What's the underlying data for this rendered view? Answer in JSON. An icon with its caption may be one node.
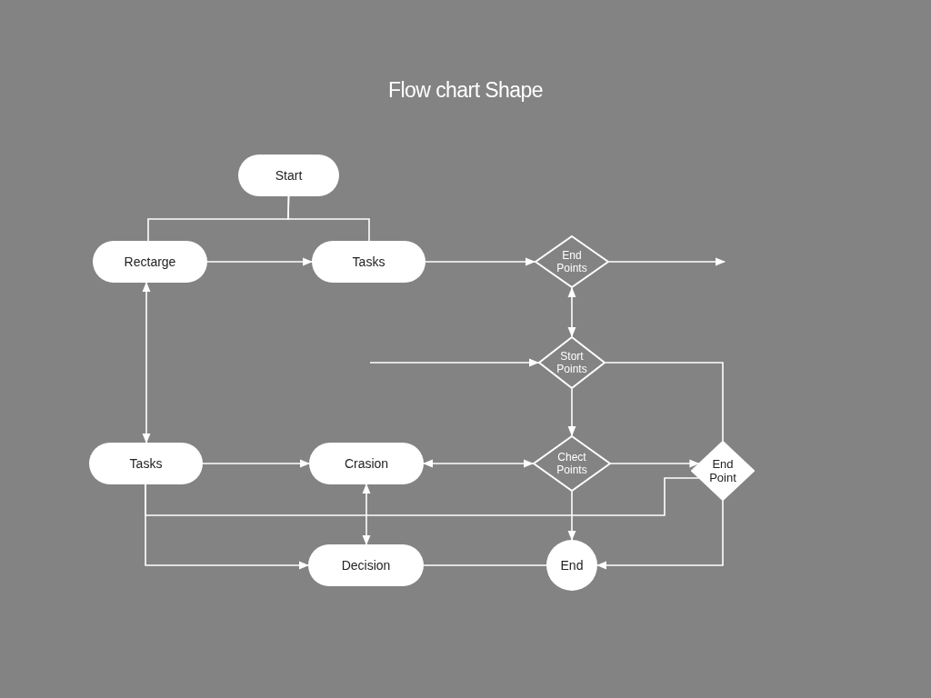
{
  "diagram": {
    "title": "Flow chart Shape",
    "nodes": [
      {
        "text": [
          "Start"
        ]
      },
      {
        "text": [
          "Rectarge"
        ]
      },
      {
        "text": [
          "Tasks"
        ]
      },
      {
        "text": [
          "End Points"
        ]
      },
      {
        "text": [
          "Stort Points"
        ]
      },
      {
        "text": [
          "Tasks"
        ]
      },
      {
        "text": [
          "Crasion"
        ]
      },
      {
        "text": [
          "Chect Points"
        ]
      },
      {
        "text": [
          "End Point"
        ]
      },
      {
        "text": [
          "Decision"
        ]
      },
      {
        "text": [
          "End"
        ]
      }
    ],
    "edges": [
      {
        "from": 0,
        "to": 1,
        "arrow": "none"
      },
      {
        "from": 0,
        "to": 2,
        "arrow": "none"
      },
      {
        "from": 1,
        "to": 2,
        "arrow": "to"
      },
      {
        "from": 2,
        "to": 3,
        "arrow": "to"
      },
      {
        "from": 3,
        "to": null,
        "arrow": "to"
      },
      {
        "from": 3,
        "to": 4,
        "arrow": "both"
      },
      {
        "from": null,
        "to": 4,
        "arrow": "to"
      },
      {
        "from": 4,
        "to": 8,
        "arrow": "none"
      },
      {
        "from": 4,
        "to": 7,
        "arrow": "to"
      },
      {
        "from": 1,
        "to": 5,
        "arrow": "both"
      },
      {
        "from": 5,
        "to": 6,
        "arrow": "to"
      },
      {
        "from": 6,
        "to": 7,
        "arrow": "both"
      },
      {
        "from": 6,
        "to": 9,
        "arrow": "both"
      },
      {
        "from": 7,
        "to": 8,
        "arrow": "to"
      },
      {
        "from": 7,
        "to": 10,
        "arrow": "to"
      },
      {
        "from": 5,
        "to": 9,
        "arrow": "to"
      },
      {
        "from": 5,
        "to": 8,
        "arrow": "none"
      },
      {
        "from": 9,
        "to": 10,
        "arrow": "none"
      },
      {
        "from": 8,
        "to": 10,
        "arrow": "to"
      }
    ]
  }
}
